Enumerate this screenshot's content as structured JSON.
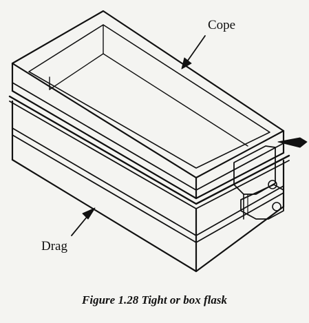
{
  "figure": {
    "labels": {
      "cope": "Cope",
      "drag": "Drag"
    },
    "caption": "Figure 1.28 Tight or box flask",
    "colors": {
      "ink": "#111111",
      "paper": "#f4f4f1"
    }
  }
}
